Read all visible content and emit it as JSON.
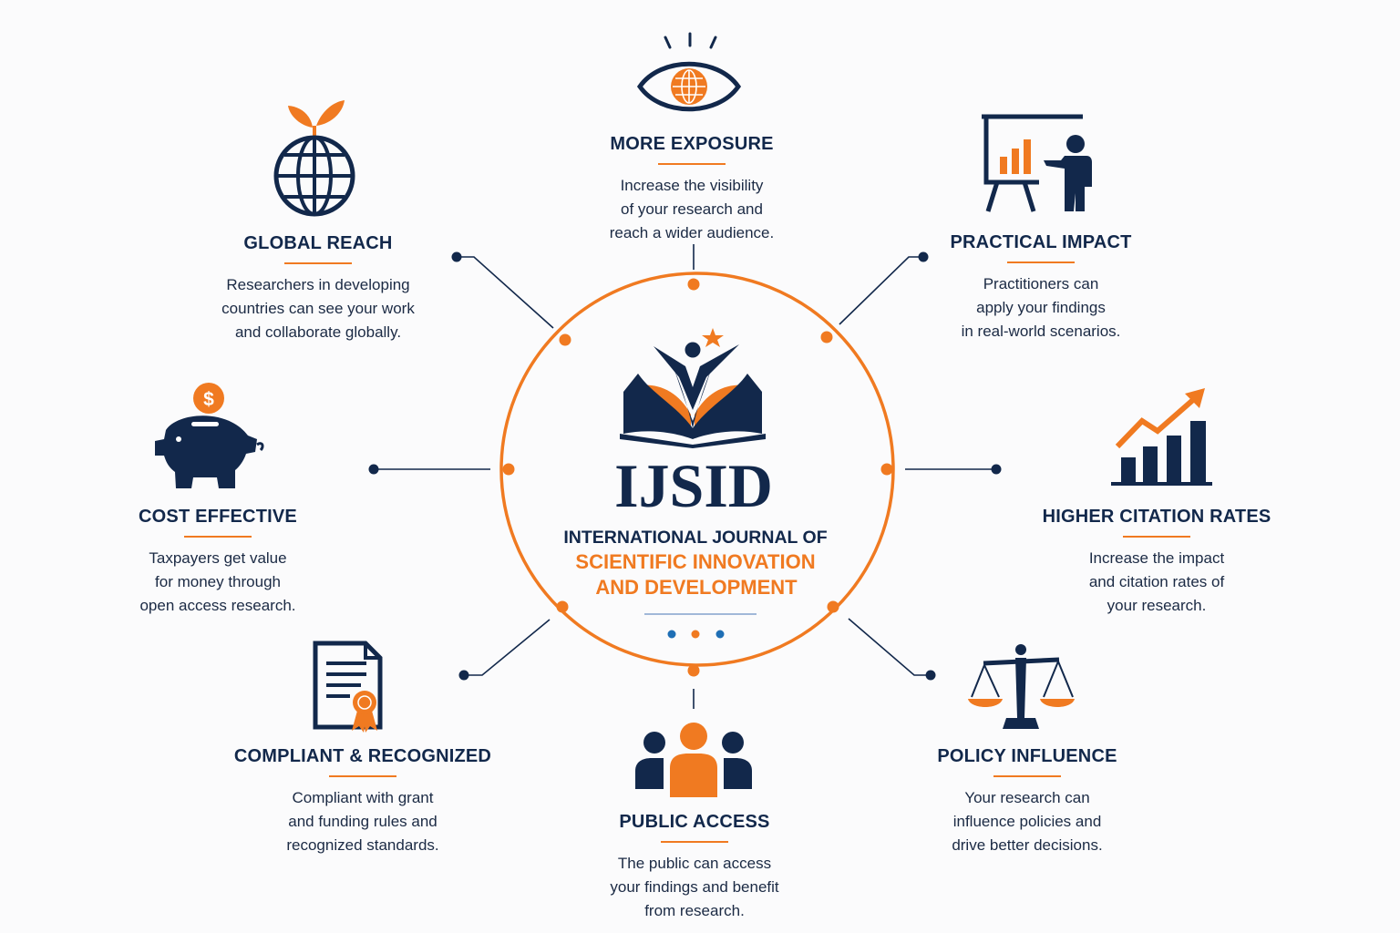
{
  "colors": {
    "navy": "#12284b",
    "orange": "#f07a21",
    "blue": "#1f6fb5",
    "background": "#fbfbfc"
  },
  "center": {
    "acronym": "IJSID",
    "subtitle_line1": "INTERNATIONAL JOURNAL OF",
    "subtitle_line2": "SCIENTIFIC INNOVATION",
    "subtitle_line3": "AND DEVELOPMENT",
    "logo_icon": "open-book-with-person-and-star-icon"
  },
  "features": {
    "more_exposure": {
      "title": "MORE EXPOSURE",
      "desc": "Increase the visibility\nof your research and\nreach a wider audience.",
      "icon": "eye-globe-icon"
    },
    "practical_impact": {
      "title": "PRACTICAL IMPACT",
      "desc": "Practitioners can\napply your findings\nin real-world scenarios.",
      "icon": "presentation-board-icon"
    },
    "higher_citation": {
      "title": "HIGHER CITATION RATES",
      "desc": "Increase the impact\nand citation rates of\nyour research.",
      "icon": "rising-bar-chart-icon"
    },
    "policy_influence": {
      "title": "POLICY INFLUENCE",
      "desc": "Your research can\ninfluence policies and\ndrive better decisions.",
      "icon": "balance-scale-icon"
    },
    "public_access": {
      "title": "PUBLIC ACCESS",
      "desc": "The public can access\nyour findings and benefit\nfrom research.",
      "icon": "people-group-icon"
    },
    "compliant": {
      "title": "COMPLIANT & RECOGNIZED",
      "desc": "Compliant with grant\nand funding rules and\nrecognized standards.",
      "icon": "certificate-document-icon"
    },
    "cost_effective": {
      "title": "COST EFFECTIVE",
      "desc": "Taxpayers get value\nfor money through\nopen access research.",
      "icon": "piggy-bank-icon"
    },
    "global_reach": {
      "title": "GLOBAL REACH",
      "desc": "Researchers in developing\ncountries can see your work\nand collaborate globally.",
      "icon": "globe-sprout-icon"
    }
  }
}
